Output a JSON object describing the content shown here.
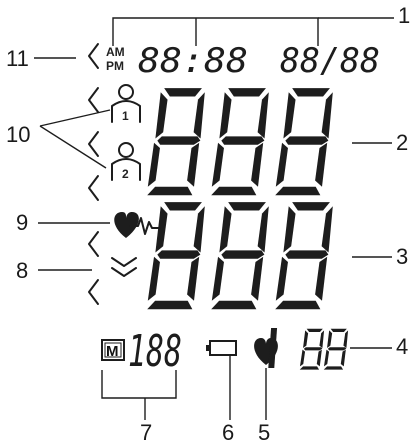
{
  "display": {
    "am_label": "AM",
    "pm_label": "PM",
    "time": "88:88",
    "date": "88/88",
    "memory_label": "M",
    "memory_number": "188",
    "user_1": "1",
    "user_2": "2"
  },
  "callouts": [
    "1",
    "2",
    "3",
    "4",
    "5",
    "6",
    "7",
    "8",
    "9",
    "10",
    "11"
  ],
  "colors": {
    "ink": "#1d1d1d",
    "background": "#ffffff"
  }
}
